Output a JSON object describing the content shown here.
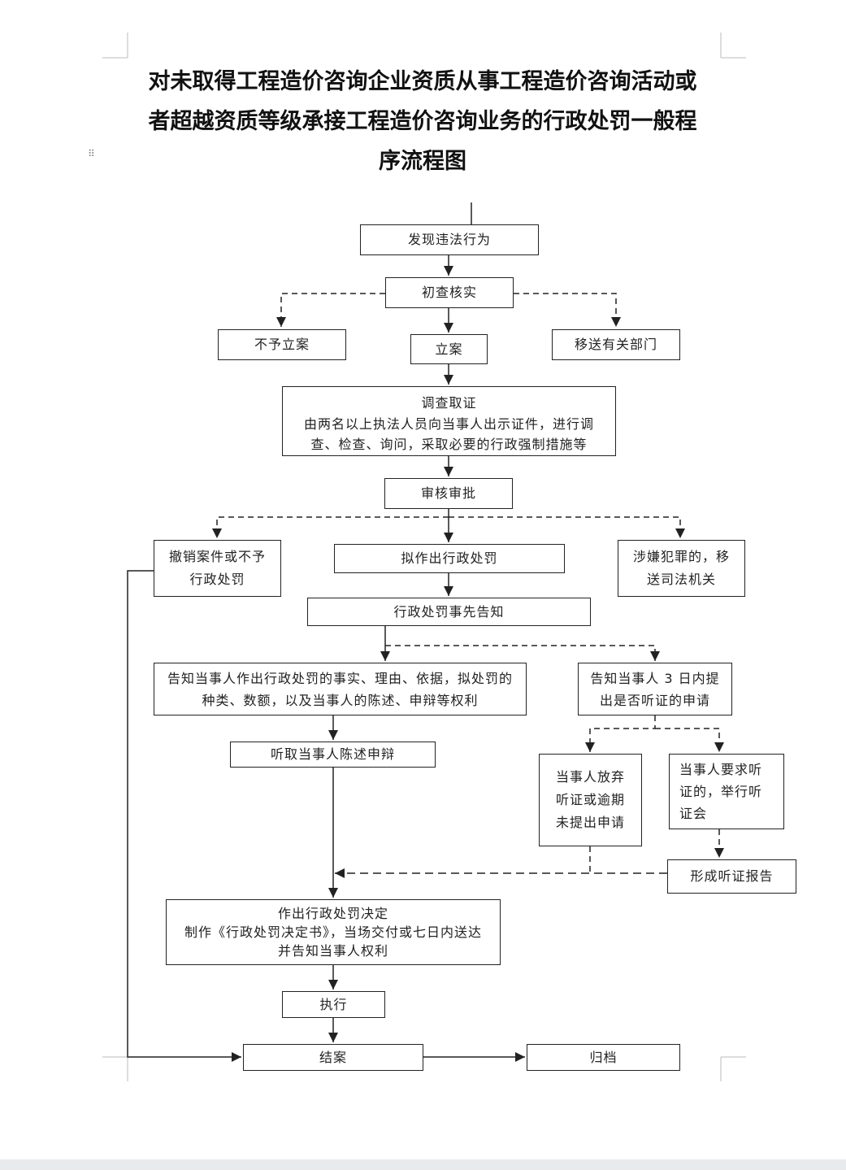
{
  "title": {
    "line1": "对未取得工程造价咨询企业资质从事工程造价咨询活动或",
    "line2": "者超越资质等级承接工程造价咨询业务的行政处罚一般程",
    "line3": "序流程图"
  },
  "nodes": {
    "discover": "发现违法行为",
    "preliminary_check": "初查核实",
    "no_filing": "不予立案",
    "filing": "立案",
    "transfer_dept": "移送有关部门",
    "investigate_title": "调查取证",
    "investigate_line1": "由两名以上执法人员向当事人出示证件，进行调",
    "investigate_line2": "查、检查、询问，采取必要的行政强制措施等",
    "review": "审核审批",
    "revoke_line1": "撤销案件或不予",
    "revoke_line2": "行政处罚",
    "draft_penalty": "拟作出行政处罚",
    "crime_line1": "涉嫌犯罪的，移",
    "crime_line2": "送司法机关",
    "prior_notice": "行政处罚事先告知",
    "inform_line1": "告知当事人作出行政处罚的事实、理由、依据，拟处罚的",
    "inform_line2": "种类、数额，以及当事人的陈述、申辩等权利",
    "hearing_notice_line1": "告知当事人 3 日内提",
    "hearing_notice_line2": "出是否听证的申请",
    "listen_defense": "听取当事人陈述申辩",
    "waive_line1": "当事人放弃",
    "waive_line2": "听证或逾期",
    "waive_line3": "未提出申请",
    "request_line1": "当事人要求听",
    "request_line2": "证的，举行听",
    "request_line3": "证会",
    "hearing_report": "形成听证报告",
    "decision_line1": "作出行政处罚决定",
    "decision_line2": "制作《行政处罚决定书》，当场交付或七日内送达",
    "decision_line3": "并告知当事人权利",
    "execute": "执行",
    "close_case": "结案",
    "archive": "归档"
  },
  "colors": {
    "line": "#222222",
    "page_bottom_band": "#e9eaec"
  }
}
